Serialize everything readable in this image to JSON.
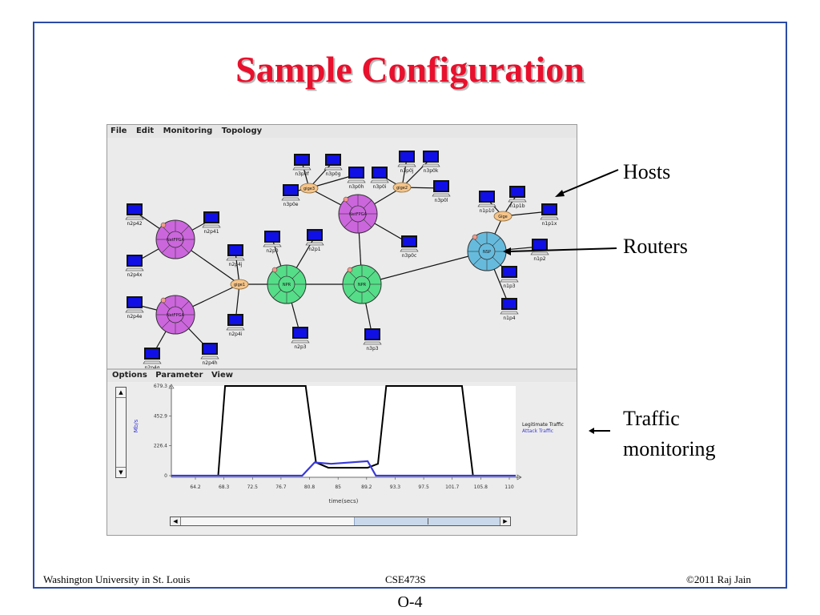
{
  "slide": {
    "title": "Sample Configuration",
    "footer_left": "Washington University in St. Louis",
    "footer_center": "CSE473S",
    "footer_right": "©2011 Raj Jain",
    "page_number": "O-4"
  },
  "annotations": {
    "hosts": "Hosts",
    "routers": "Routers",
    "traffic_line1": "Traffic",
    "traffic_line2": "monitoring"
  },
  "app": {
    "menu": [
      "File",
      "Edit",
      "Monitoring",
      "Topology"
    ],
    "plot_menu": [
      "Options",
      "Parameter",
      "View"
    ],
    "host_labels": {
      "n2p42": "n2p42",
      "n2p41": "n2p41",
      "n2p4x": "n2p4x",
      "n2p4e": "n2p4e",
      "n2p4g": "n2p4g",
      "n2p4h": "n2p4h",
      "n2p4i": "n2p4i",
      "n2p4j": "n2p4j",
      "n2p0": "n2p0",
      "n2p1": "n2p1",
      "n2p3": "n2p3",
      "n3p0e": "n3p0e",
      "n3p0f": "n3p0f",
      "n3p0g": "n3p0g",
      "n3p0h": "n3p0h",
      "n3p0i": "n3p0i",
      "n3p0j": "n3p0j",
      "n3p0k": "n3p0k",
      "n3p0l": "n3p0l",
      "n3p0c": "n3p0c",
      "n3p3": "n3p3",
      "n1p10": "n1p10",
      "n1p1b": "n1p1b",
      "n1p1x": "n1p1x",
      "n1p2": "n1p2",
      "n1p3": "n1p3",
      "n1p4": "n1p4"
    },
    "switch_labels": {
      "s3": "gige3",
      "s2": "gige2",
      "s1": "gige1",
      "s4": "Gige"
    },
    "router_labels": {
      "r_top": "NetFPGA",
      "r_lt": "NetFPGA",
      "r_lb": "NetFPGA",
      "r_mid1": "NPR",
      "r_mid2": "NPR",
      "r_right": "NSP"
    },
    "colors": {
      "host_screen": "#1010e6",
      "router_netfpga": "#cc66dd",
      "router_npr": "#55dd88",
      "router_nsp": "#66bbdd",
      "switch": "#f4c48a",
      "legit": "#000000",
      "attack": "#3a3ad6"
    }
  },
  "chart_data": {
    "type": "line",
    "ylabel": "Mb/s",
    "xlabel": "time(secs)",
    "yticks": [
      "679.3",
      "452.9",
      "226.4",
      "0"
    ],
    "xticks": [
      "64.2",
      "68.3",
      "72.5",
      "76.7",
      "80.8",
      "85",
      "89.2",
      "93.3",
      "97.5",
      "101.7",
      "105.8",
      "110"
    ],
    "ylim": [
      0,
      679.3
    ],
    "xlim": [
      60,
      110
    ],
    "series": [
      {
        "name": "Legitimate Traffic",
        "color": "#000000",
        "x": [
          60,
          66.8,
          67.8,
          79.5,
          81.0,
          82.8,
          88.5,
          90.0,
          91.2,
          102.2,
          103.8,
          110
        ],
        "y": [
          0,
          0,
          679.3,
          679.3,
          100,
          60,
          60,
          90,
          679.3,
          679.3,
          0,
          0
        ]
      },
      {
        "name": "Attack Traffic",
        "color": "#3a3ad6",
        "x": [
          60,
          79.0,
          80.8,
          83.2,
          88.5,
          89.7,
          90.5,
          110
        ],
        "y": [
          0,
          0,
          100,
          90,
          110,
          0,
          0,
          0
        ]
      }
    ]
  }
}
